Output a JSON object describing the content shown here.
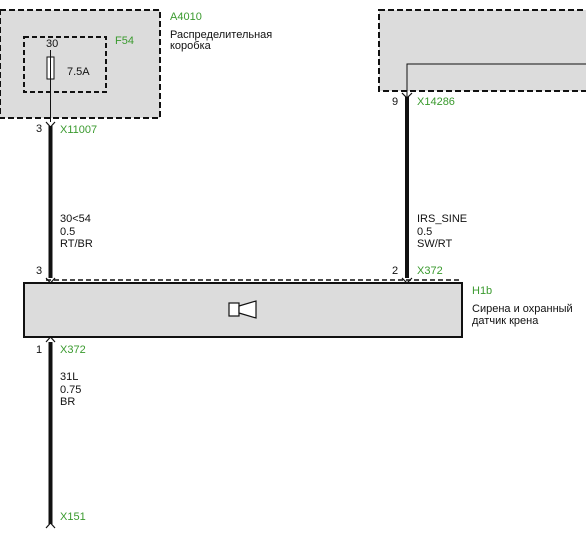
{
  "components": {
    "a4010": {
      "id": "A4010",
      "name_line1": "Распределительная",
      "name_line2": "коробка"
    },
    "fuse": {
      "id": "F54",
      "pin": "30",
      "rating": "7.5A"
    },
    "h1b": {
      "id": "H1b",
      "name_line1": "Сирена и охранный",
      "name_line2": "датчик крена"
    }
  },
  "connectors": {
    "x11007": {
      "name": "X11007",
      "pin": "3"
    },
    "x14286": {
      "name": "X14286",
      "pin": "9"
    },
    "x372_top": {
      "name": "X372",
      "pin_left": "3",
      "pin_right": "2"
    },
    "x372_bottom": {
      "name": "X372",
      "pin": "1"
    },
    "x151": {
      "name": "X151"
    }
  },
  "wires": {
    "left": {
      "signal": "30<54",
      "size": "0.5",
      "color": "RT/BR"
    },
    "right": {
      "signal": "IRS_SINE",
      "size": "0.5",
      "color": "SW/RT"
    },
    "ground": {
      "signal": "31L",
      "size": "0.75",
      "color": "BR"
    }
  },
  "colors": {
    "label_green": "#3a9a2e",
    "box_fill": "#dcdcdc",
    "wire": "#111111"
  }
}
